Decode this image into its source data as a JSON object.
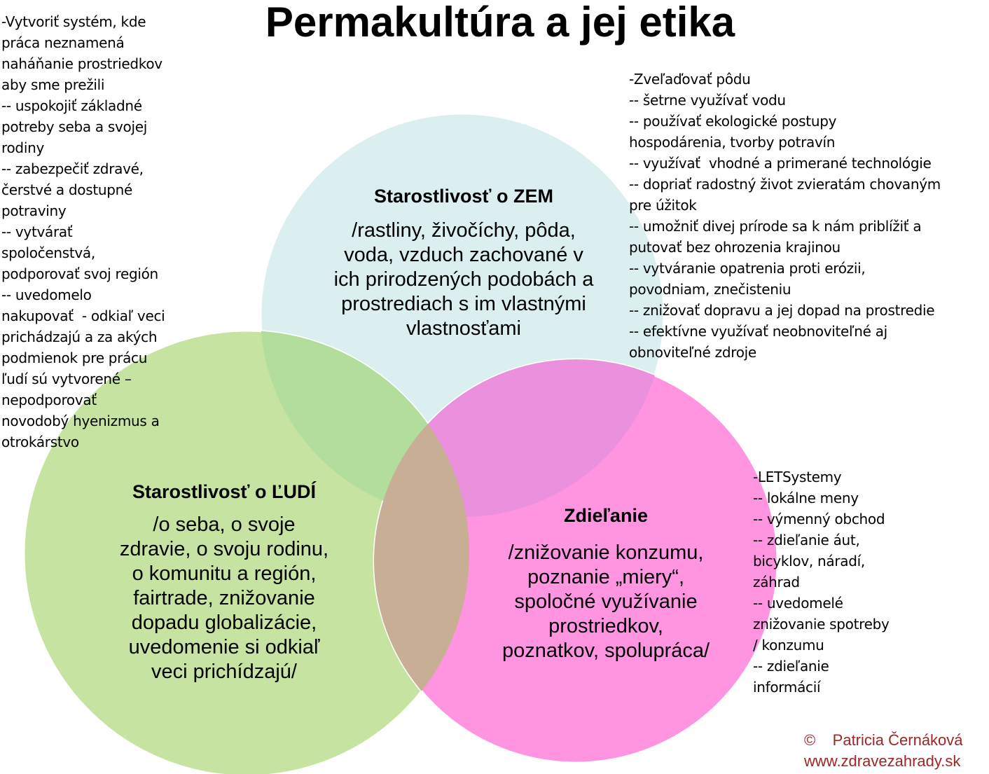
{
  "title": "Permakultúra a jej etika",
  "colors": {
    "earth_circle": "#dbeef0",
    "people_circle": "#c7e3a1",
    "share_circle": "#ff94e1",
    "earth_people_overlap": "#b2dd9c",
    "earth_share_overlap": "#eb90dc",
    "center_overlap": "#c7ae94",
    "copyright": "#a02526"
  },
  "circles": {
    "earth": {
      "heading": "Starostlivosť o ZEM",
      "body": "/rastliny, živočíchy, pôda,\nvoda, vzduch zachované v\nich prirodzených podobách a\nprostrediach s im vlastnými\nvlastnosťami"
    },
    "people": {
      "heading": "Starostlivosť o ĽUDÍ",
      "body": "/o seba, o svoje\nzdravie, o svoju rodinu,\no komunitu a región,\nfairtrade, znižovanie\ndopadu globalizácie,\nuvedomenie si odkiaľ\nveci prichídzajú/"
    },
    "share": {
      "heading": "Zdieľanie",
      "body": "/znižovanie konzumu,\npoznanie „miery“,\nspoločné využívanie\nprostriedkov,\npoznatkov, spolupráca/"
    }
  },
  "notes": {
    "left": [
      "-Vytvoriť systém, kde",
      "práca neznamená",
      "naháňanie prostriedkov",
      "aby sme prežili",
      "-- uspokojiť základné",
      "potreby seba a svojej",
      "rodiny",
      "-- zabezpečiť zdravé,",
      "čerstvé a dostupné",
      "potraviny",
      "-- vytvárať",
      "spoločenstvá,",
      "podporovať svoj región",
      "-- uvedomelo",
      "nakupovať  - odkiaľ veci",
      "prichádzajú a za akých",
      "podmienok pre prácu",
      "ľudí sú vytvorené –",
      "nepodporovať",
      "novodobý hyenizmus a",
      "otrokárstvo"
    ],
    "right": [
      "-Zveľaďovať pôdu",
      "-- šetrne využívať vodu",
      "-- používať ekologické postupy",
      "hospodárenia, tvorby potravín",
      "-- využívať  vhodné a primerané technológie",
      "-- dopriať radostný život zvieratám chovaným",
      "pre úžitok",
      "-- umožniť divej prírode sa k nám priblížiť a",
      "putovať bez ohrozenia krajinou",
      "-- vytváranie opatrenia proti erózii,",
      "povodniam, znečisteniu",
      "-- znižovať dopravu a jej dopad na prostredie",
      "-- efektívne využívať neobnoviteľné aj",
      "obnoviteľné zdroje"
    ],
    "bottom_right": [
      "-LETSystemy",
      "-- lokálne meny",
      "-- výmenný obchod",
      "-- zdieľanie áut,",
      "bicyklov, náradí,",
      "záhrad",
      "-- uvedomelé",
      "znižovanie spotreby",
      "/ konzumu",
      "-- zdieľanie",
      "informácií"
    ]
  },
  "copyright": "©    Patricia Černáková\nwww.zdravezahrady.sk"
}
